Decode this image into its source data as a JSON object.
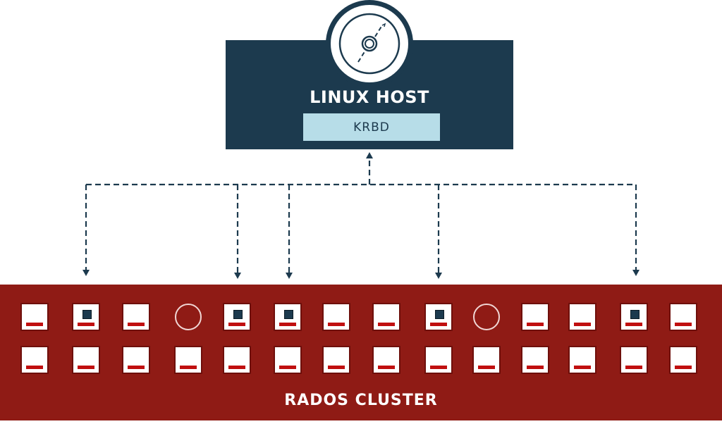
{
  "diagram": {
    "host": {
      "title": "LINUX HOST",
      "module": "KRBD",
      "icon": "disk-icon",
      "color": "#1c3a4e",
      "module_color": "#b7dde8"
    },
    "connector": {
      "style": "dashed",
      "color": "#1c3a4e",
      "direction_to_host": "up",
      "direction_to_nodes": "down",
      "connected_top_row_nodes": [
        1,
        4,
        5,
        8,
        12
      ]
    },
    "cluster": {
      "title": "RADOS CLUSTER",
      "color": "#8f1b15",
      "rows": [
        [
          "osd",
          "osd-active",
          "osd",
          "empty",
          "osd-active",
          "osd-active",
          "osd",
          "osd",
          "osd-active",
          "empty",
          "osd",
          "osd",
          "osd-active",
          "osd"
        ],
        [
          "osd",
          "osd",
          "osd",
          "osd",
          "osd",
          "osd",
          "osd",
          "osd",
          "osd",
          "osd",
          "osd",
          "osd",
          "osd",
          "osd"
        ]
      ]
    }
  }
}
